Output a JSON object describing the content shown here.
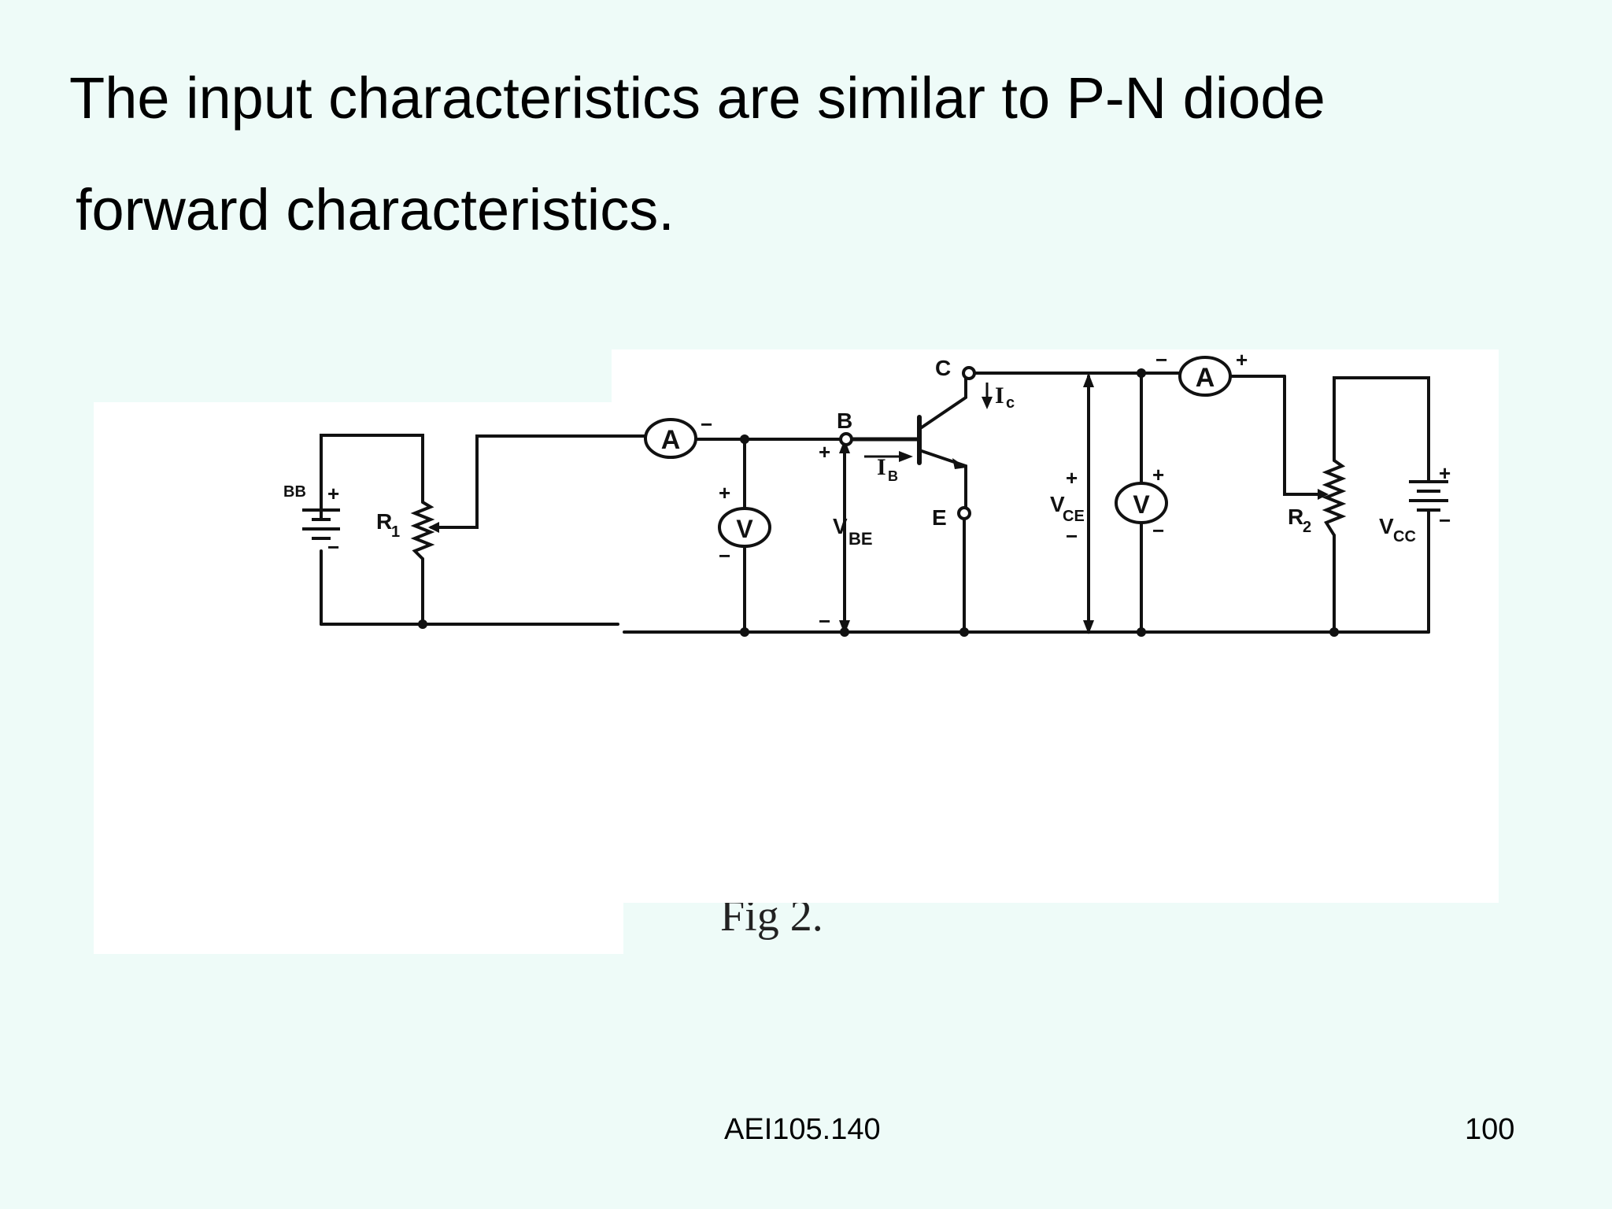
{
  "slide": {
    "title_line_1": "The input characteristics are similar to P-N diode",
    "title_line_2": "forward characteristics.",
    "footer_code": "AEI105.140",
    "page_number": "100",
    "background_color": "#eefbf8"
  },
  "circuit": {
    "labels": {
      "vbb": "BB",
      "r1": "R",
      "r1_sub": "1",
      "collector": "C",
      "base": "B",
      "emitter": "E",
      "ic": "I",
      "ic_sub": "c",
      "ib": "I",
      "ib_sub": "B",
      "vbe": "V",
      "vbe_sub": "BE",
      "vce": "V",
      "vce_sub": "CE",
      "r2": "R",
      "r2_sub": "2",
      "vcc": "V",
      "vcc_sub": "CC",
      "ammeter": "A",
      "voltmeter": "V",
      "plus": "+",
      "minus": "−",
      "caption_fragment": "Fig 2."
    }
  }
}
